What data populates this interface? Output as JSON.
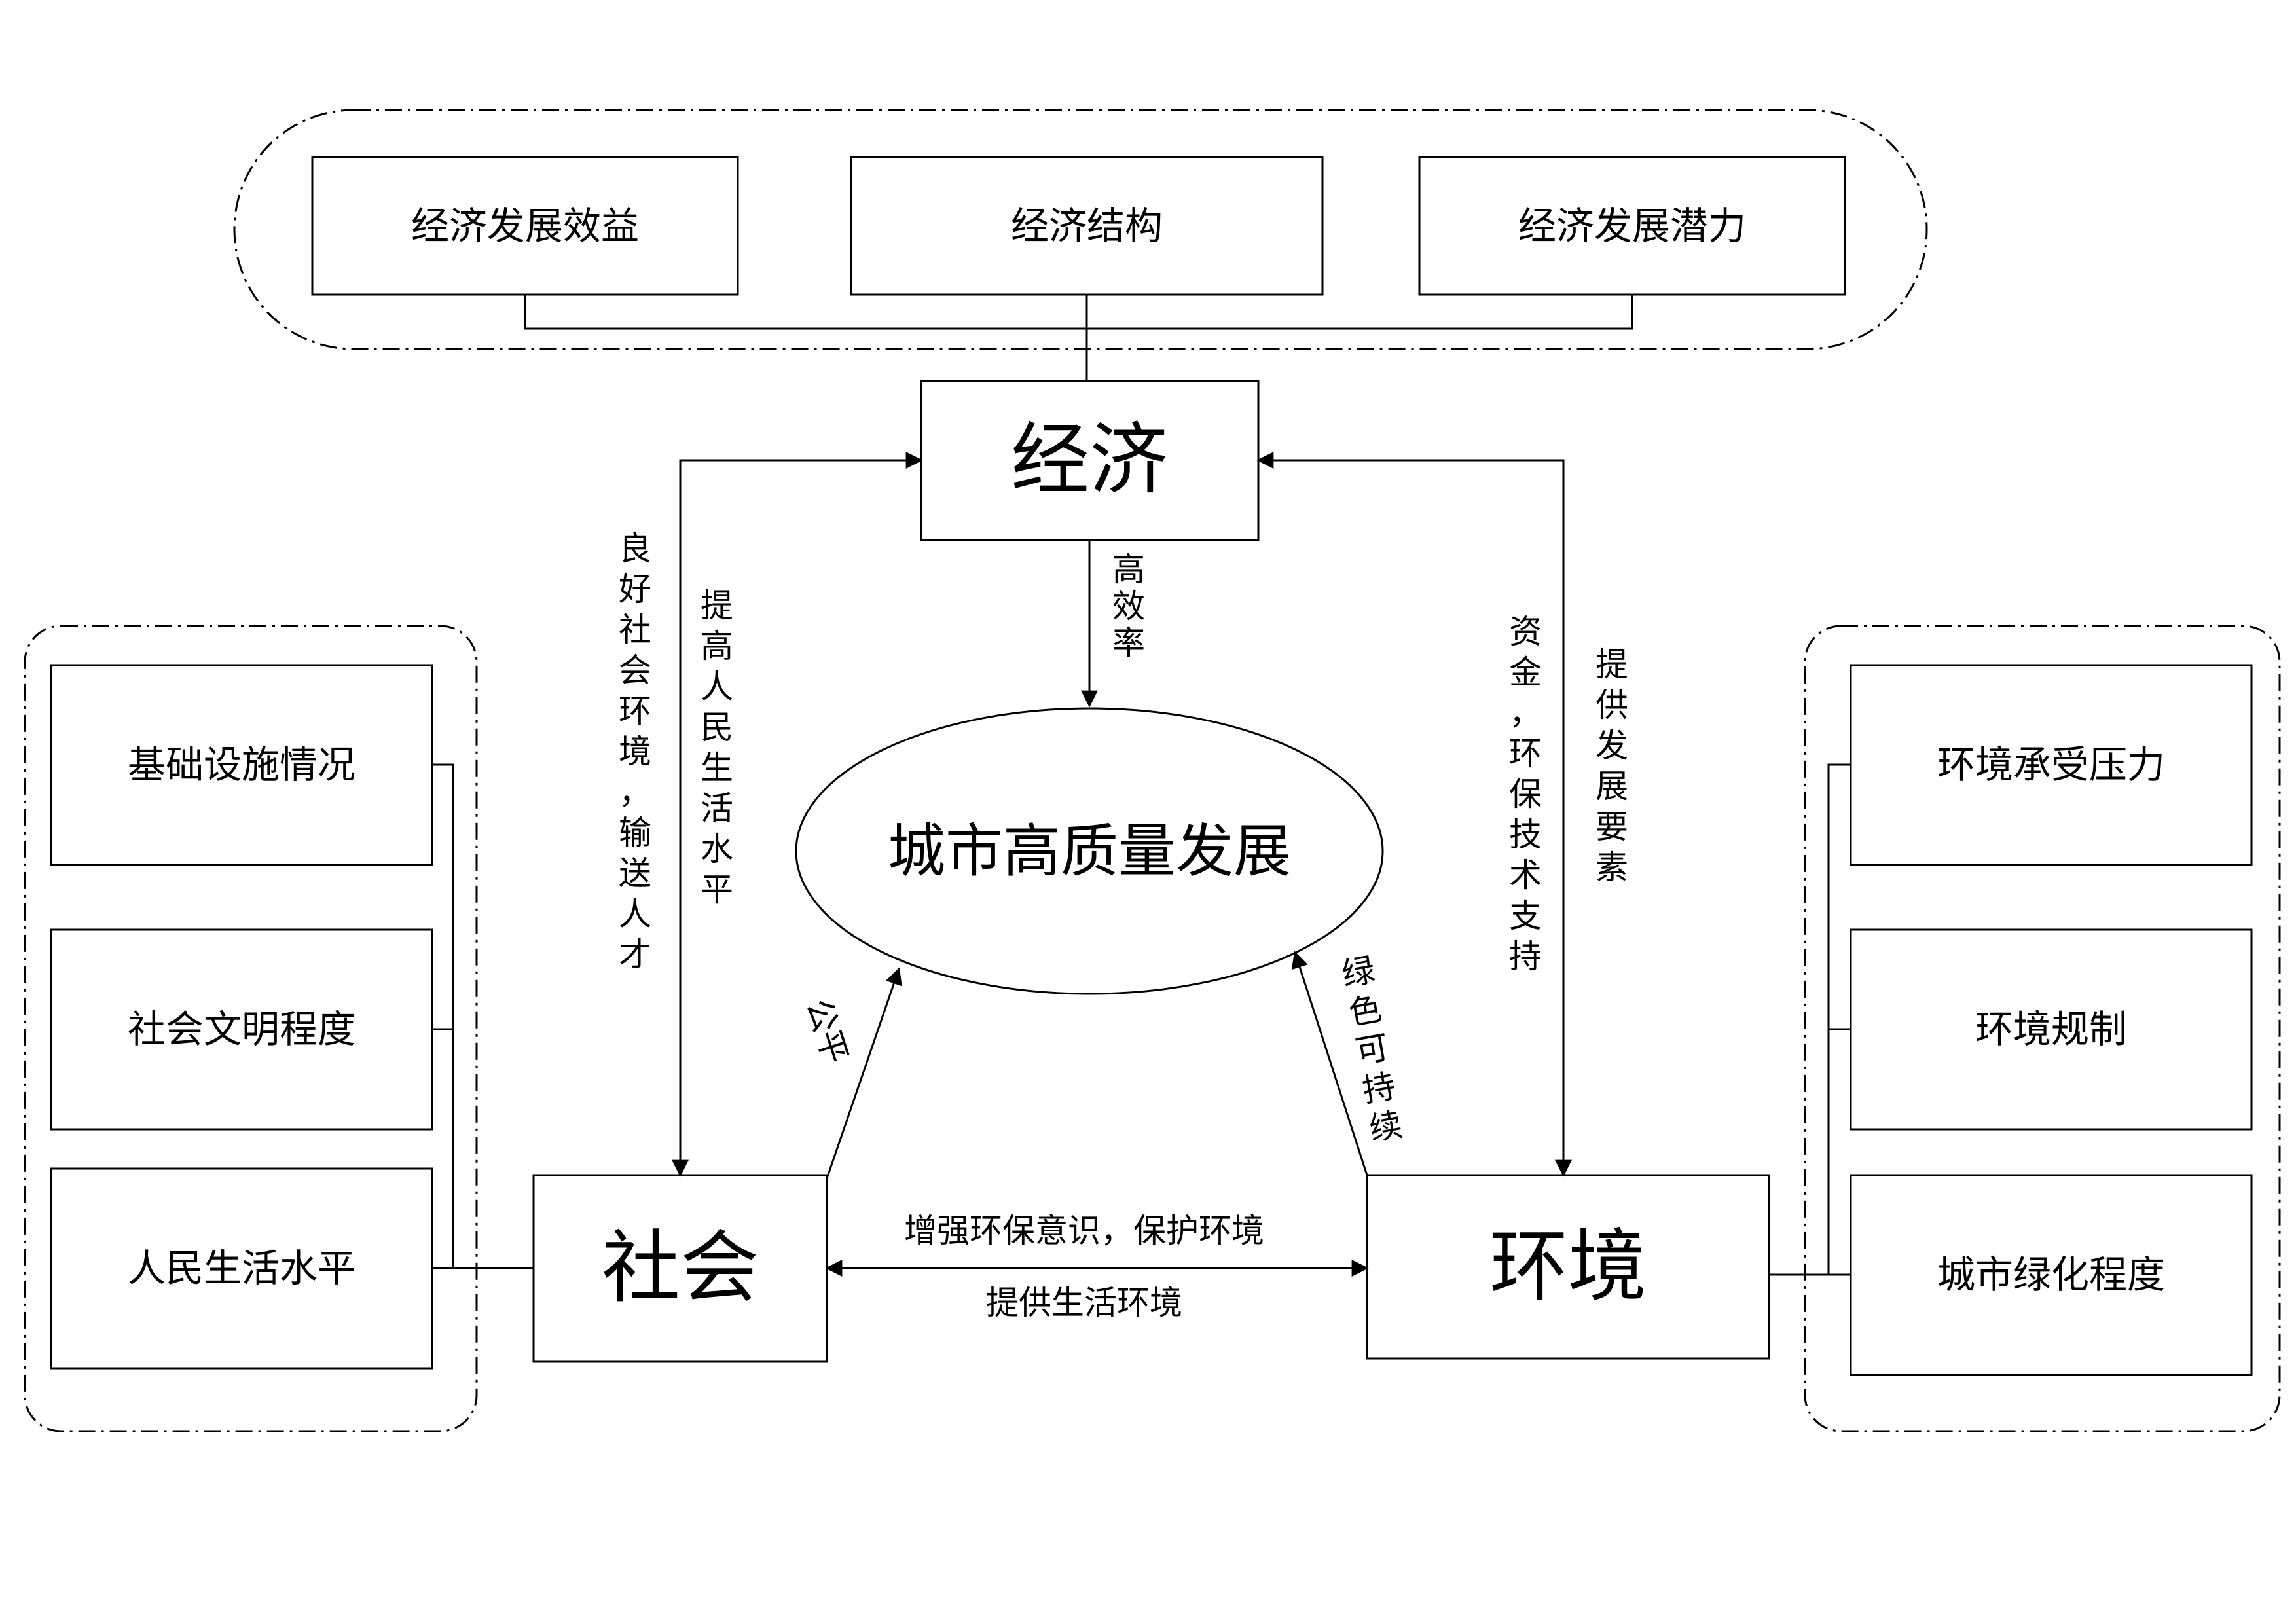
{
  "center": "城市高质量发展",
  "nodes": {
    "economy": "经济",
    "society": "社会",
    "environment": "环境"
  },
  "economy_group": [
    "经济发展效益",
    "经济结构",
    "经济发展潜力"
  ],
  "society_group": [
    "基础设施情况",
    "社会文明程度",
    "人民生活水平"
  ],
  "environment_group": [
    "环境承受压力",
    "环境规制",
    "城市绿化程度"
  ],
  "edges": {
    "economy_to_center": "高效率",
    "society_to_economy": "良好社会环境，输送人才",
    "economy_to_society": "提高人民生活水平",
    "environment_to_economy": "资金，环保技术支持",
    "economy_to_environment": "提供发展要素",
    "society_to_center": "公平",
    "environment_to_center": "绿色可持续",
    "society_to_environment": "增强环保意识，保护环境",
    "environment_to_society": "提供生活环境"
  }
}
